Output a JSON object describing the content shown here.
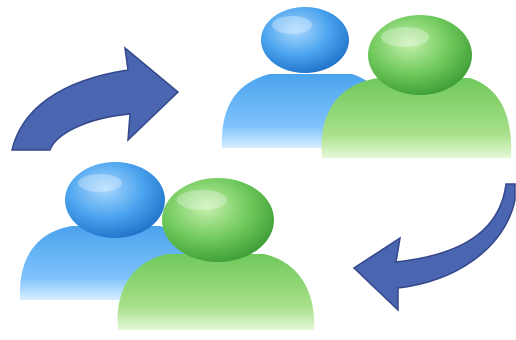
{
  "scene": {
    "background": "#ffffff",
    "groups": [
      {
        "name": "top-right-user-pair",
        "figures": [
          {
            "role": "back",
            "color": "blue",
            "icon": "user-icon"
          },
          {
            "role": "front",
            "color": "green",
            "icon": "user-icon"
          }
        ]
      },
      {
        "name": "bottom-left-user-pair",
        "figures": [
          {
            "role": "back",
            "color": "blue",
            "icon": "user-icon"
          },
          {
            "role": "front",
            "color": "green",
            "icon": "user-icon"
          }
        ]
      }
    ],
    "arrows": [
      {
        "name": "top-left-curved-arrow",
        "direction": "up-right",
        "icon": "curved-arrow-icon"
      },
      {
        "name": "bottom-right-curved-arrow",
        "direction": "down-left",
        "icon": "curved-arrow-icon"
      }
    ]
  },
  "colors": {
    "arrow_fill": "#4a66b0",
    "arrow_stroke": "#34478a",
    "blue_light": "#a9d8ff",
    "blue_mid": "#4aa3ee",
    "blue_dark": "#1d6fc7",
    "green_light": "#c6f0ad",
    "green_mid": "#6fc95b",
    "green_dark": "#3b9a34"
  }
}
